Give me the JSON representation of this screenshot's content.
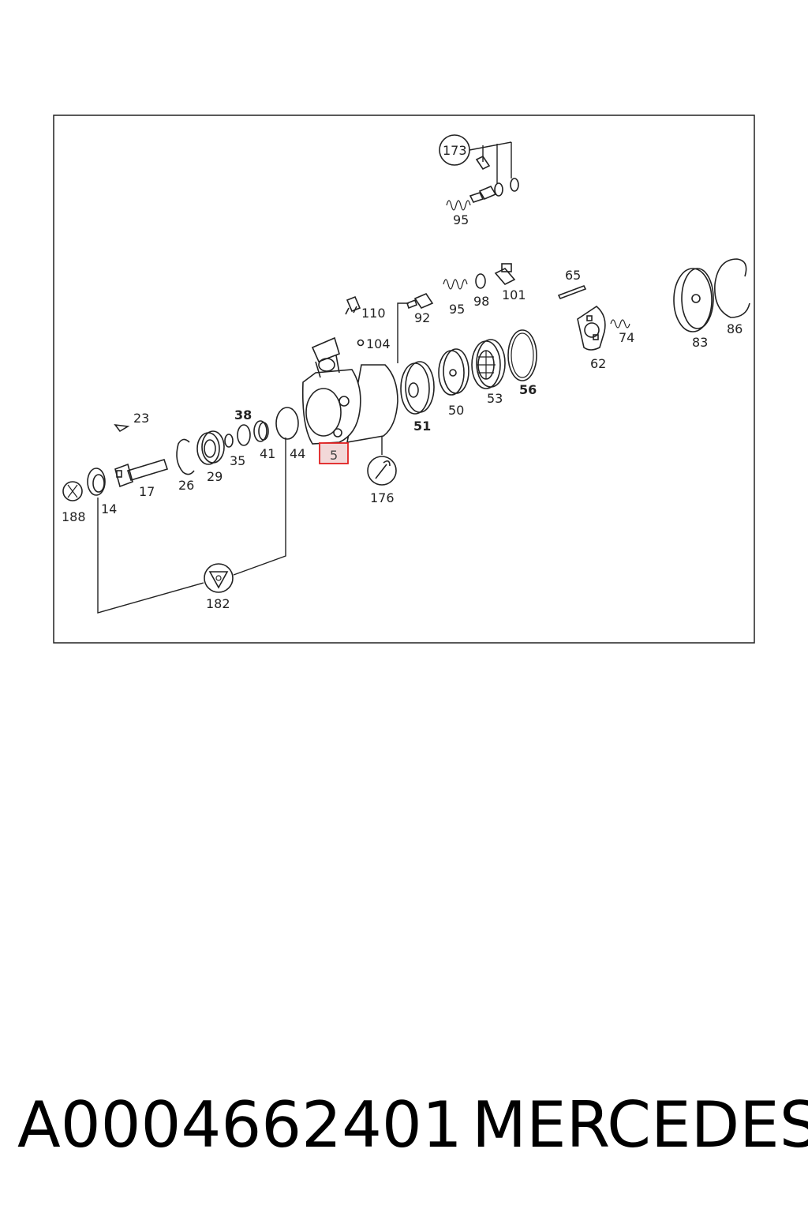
{
  "labels": {
    "l173": "173",
    "l95a": "95",
    "l110": "110",
    "l92": "92",
    "l95b": "95",
    "l98": "98",
    "l101": "101",
    "l65": "65",
    "l104": "104",
    "l74": "74",
    "l83": "83",
    "l86": "86",
    "l62": "62",
    "l23": "23",
    "l38": "38",
    "l56": "56",
    "l51": "51",
    "l50": "50",
    "l53": "53",
    "l41": "41",
    "l44": "44",
    "l35": "35",
    "l29": "29",
    "l26": "26",
    "l17": "17",
    "l14": "14",
    "l188": "188",
    "l5": "5",
    "l176": "176",
    "l182": "182"
  },
  "highlight_color": "#e02020",
  "caption": {
    "part_number": "A0004662401",
    "brand": "MERCEDES"
  }
}
